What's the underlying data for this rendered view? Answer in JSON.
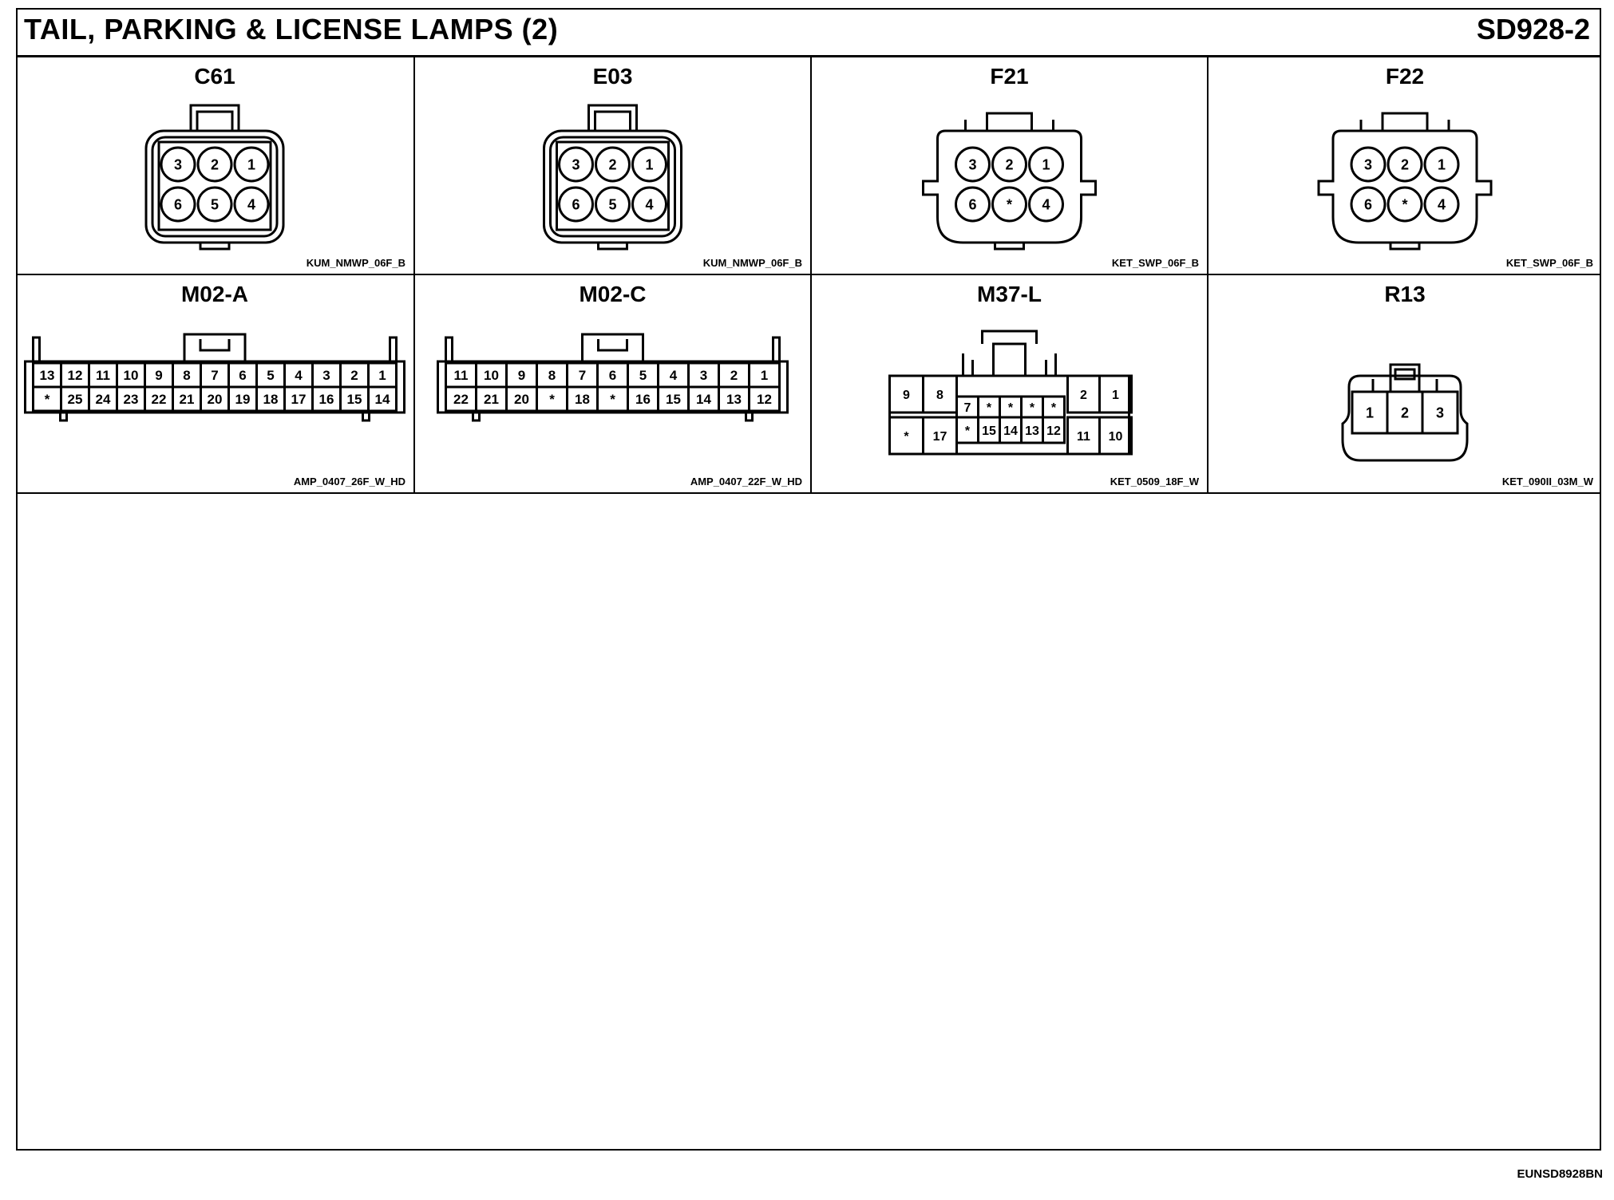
{
  "header": {
    "title": "TAIL, PARKING & LICENSE LAMPS (2)",
    "sheet_id": "SD928-2"
  },
  "footer": {
    "doc_code": "EUNSD8928BN"
  },
  "connectors": [
    {
      "name": "C61",
      "code": "KUM_NMWP_06F_B",
      "style": "round-6",
      "rows": [
        [
          "3",
          "2",
          "1"
        ],
        [
          "6",
          "5",
          "4"
        ]
      ]
    },
    {
      "name": "E03",
      "code": "KUM_NMWP_06F_B",
      "style": "round-6",
      "rows": [
        [
          "3",
          "2",
          "1"
        ],
        [
          "6",
          "5",
          "4"
        ]
      ]
    },
    {
      "name": "F21",
      "code": "KET_SWP_06F_B",
      "style": "round-6-swp",
      "rows": [
        [
          "3",
          "2",
          "1"
        ],
        [
          "6",
          "*",
          "4"
        ]
      ]
    },
    {
      "name": "F22",
      "code": "KET_SWP_06F_B",
      "style": "round-6-swp",
      "rows": [
        [
          "3",
          "2",
          "1"
        ],
        [
          "6",
          "*",
          "4"
        ]
      ]
    },
    {
      "name": "M02-A",
      "code": "AMP_0407_26F_W_HD",
      "style": "block",
      "rows": [
        [
          "13",
          "12",
          "11",
          "10",
          "9",
          "8",
          "7",
          "6",
          "5",
          "4",
          "3",
          "2",
          "1"
        ],
        [
          "*",
          "25",
          "24",
          "23",
          "22",
          "21",
          "20",
          "19",
          "18",
          "17",
          "16",
          "15",
          "14"
        ]
      ]
    },
    {
      "name": "M02-C",
      "code": "AMP_0407_22F_W_HD",
      "style": "block",
      "rows": [
        [
          "11",
          "10",
          "9",
          "8",
          "7",
          "6",
          "5",
          "4",
          "3",
          "2",
          "1"
        ],
        [
          "22",
          "21",
          "20",
          "*",
          "18",
          "*",
          "16",
          "15",
          "14",
          "13",
          "12"
        ]
      ]
    },
    {
      "name": "M37-L",
      "code": "KET_0509_18F_W",
      "style": "m37",
      "rows": [
        [
          "9",
          "8",
          "7",
          "*",
          "*",
          "*",
          "*",
          "2",
          "1"
        ],
        [
          "*",
          "17",
          "*",
          "15",
          "14",
          "13",
          "12",
          "11",
          "10"
        ]
      ]
    },
    {
      "name": "R13",
      "code": "KET_090II_03M_W",
      "style": "r13",
      "rows": [
        [
          "1",
          "2",
          "3"
        ]
      ]
    }
  ]
}
